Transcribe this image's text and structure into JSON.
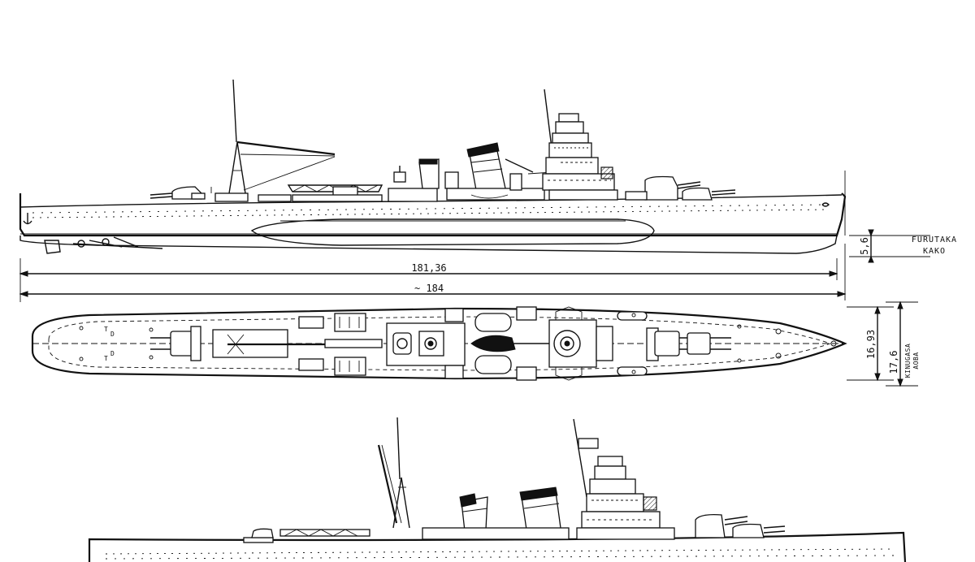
{
  "dimensions": {
    "length_waterline": "181,36",
    "length_overall": "~ 184",
    "draft": "5,6",
    "beam_a": "16,93",
    "beam_b": "17,6"
  },
  "labels": {
    "pair_upper_1": "FURUTAKA",
    "pair_upper_2": "KAKO",
    "pair_lower_1": "KINUGASA",
    "pair_lower_2": "AOBA"
  },
  "colors": {
    "ink": "#111111",
    "paper": "#ffffff"
  }
}
